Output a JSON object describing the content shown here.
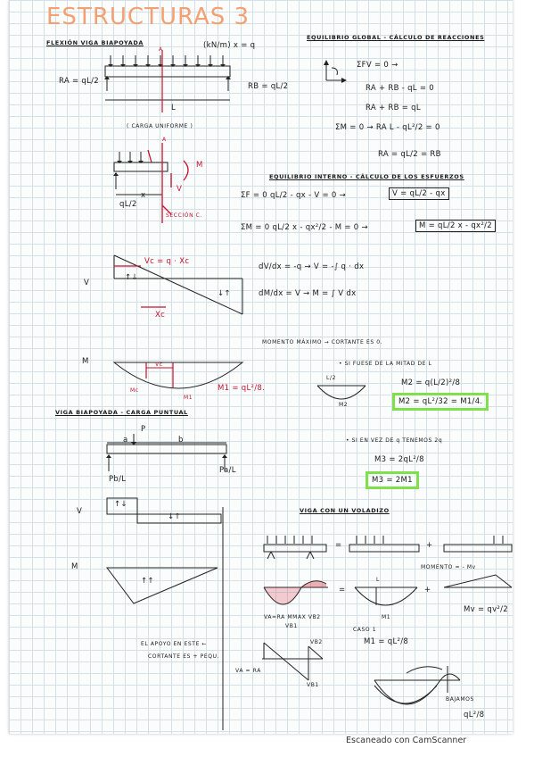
{
  "title": "ESTRUCTURAS 3",
  "footer": "Escaneado con CamScanner",
  "colors": {
    "title": "#f4a073",
    "ink": "#1a1a1a",
    "red": "#c8102e",
    "highlight": "#7ee04a",
    "fill": "#cc2233"
  },
  "left": {
    "h_flexion": "FLEXIÓN VIGA BIAPOYADA",
    "load_unit": "(kN/m) x = q",
    "label_a": "A",
    "ra": "RA = qL/2",
    "rb": "RB = qL/2",
    "span_l": "L",
    "carga_uniforme": "( CARGA UNIFORME )",
    "cut_a": "A",
    "cut_m": "M",
    "cut_v": "V",
    "cut_x": "x",
    "cut_r": "qL/2",
    "seccion_c": "SECCIÓN C.",
    "v_label": "V",
    "vc": "Vc = q · Xc",
    "v_pos": "↑↓",
    "v_neg": "↓↑",
    "xc": "Xc",
    "m_label": "M",
    "vc2": "Vc",
    "mc": "Mc",
    "m1": "M1",
    "m1_formula": "M1 = qL²/8.",
    "h_carga_puntual": "VIGA BIAPOYADA - CARGA PUNTUAL",
    "pt_a": "a",
    "pt_p": "P",
    "pt_b": "b",
    "pt_ra": "Pb/L",
    "pt_rb": "Pa/L",
    "pt_v": "V",
    "pt_v1": "↑↓",
    "pt_v2": "↓↑",
    "pt_m": "M",
    "pt_m1": "↑↑"
  },
  "right": {
    "h_global": "EQUILIBRIO GLOBAL - CÁLCULO DE REACCIONES",
    "sum_fv": "ΣFV = 0 →",
    "eq1": "RA + RB - qL = 0",
    "eq2": "RA + RB = qL",
    "sum_m": "ΣM = 0 →  RA L - qL²/2 = 0",
    "ra_result": "RA = qL/2 = RB",
    "h_interno": "EQUILIBRIO INTERNO - CÁLCULO DE LOS ESFUERZOS",
    "sf_eq": "ΣF = 0   qL/2 - qx - V = 0 →",
    "v_result": "V = qL/2 - qx",
    "sm_eq": "ΣM = 0   qL/2 x - qx²/2 - M = 0 →",
    "m_result": "M = qL/2 x - qx²/2",
    "dv_eq": "dV/dx = -q → V = -∫ q · dx",
    "dm_eq": "dM/dx = V → M = ∫ V dx",
    "momento_maximo": "MOMENTO MÁXIMO → CORTANTE ES 0.",
    "si_fuese": "• SI FUESE DE LA MITAD DE L",
    "l2": "L/2",
    "m2_small": "M2",
    "m2_eq": "M2 = q(L/2)²/8",
    "m2_green": "M2 = qL²/32 = M1/4.",
    "si_en_vez": "• SI EN VEZ DE q TENEMOS 2q",
    "m3_eq": "M3 = 2qL²/8",
    "m3_green": "M3 = 2M1",
    "h_voladizo": "VIGA CON UN VOLADIZO",
    "plus1": "+",
    "equals1": "=",
    "equals2": "=",
    "plus2": "+",
    "span_l2": "L",
    "momento_mv": "MOMENTO = - Mv",
    "m1_small": "M1",
    "mv_formula": "Mv = qv²/2",
    "vr_row": "VA=RA  MMAX  VB2",
    "vb1_small": "VB1",
    "caso1": "CASO 1",
    "m1_case": "M1 = qL²/8",
    "apoyo_note1": "EL APOYO EN ESTE ←",
    "apoyo_note2": "CORTANTE ES + PEQU.",
    "va_ra": "VA = RA",
    "vb2_low": "VB2",
    "vb1_low": "VB1",
    "bajamos": "BAJAMOS",
    "bajamos_val": "qL²/8"
  }
}
